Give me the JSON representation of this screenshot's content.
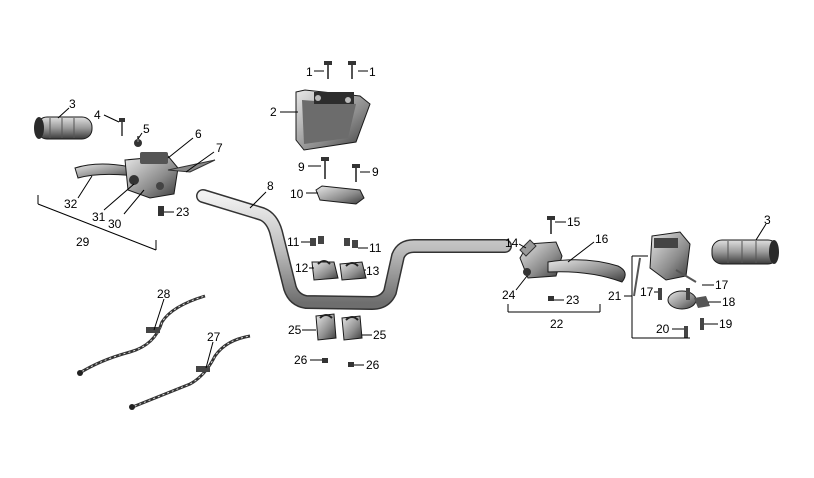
{
  "diagram": {
    "labels": [
      "1",
      "1",
      "2",
      "3",
      "4",
      "5",
      "6",
      "7",
      "8",
      "9",
      "9",
      "10",
      "11",
      "11",
      "12",
      "13",
      "14",
      "15",
      "16",
      "17",
      "17",
      "18",
      "19",
      "20",
      "21",
      "22",
      "23",
      "23",
      "24",
      "25",
      "25",
      "26",
      "26",
      "27",
      "28",
      "29",
      "3",
      "30",
      "31",
      "32"
    ]
  },
  "colors": {
    "line": "#000000",
    "part_dark": "#3a3a3a",
    "part_mid": "#8a8a8a",
    "part_light": "#d4d4d4"
  }
}
